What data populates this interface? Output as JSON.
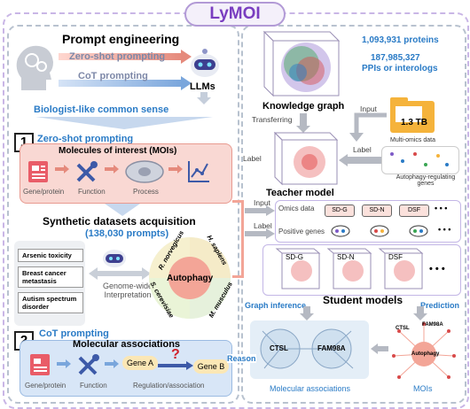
{
  "title": "LyMOI",
  "prompt_engineering": "Prompt engineering",
  "zero_shot_prompting": "Zero-shot prompting",
  "cot_prompting": "CoT prompting",
  "llms": "LLMs",
  "common_sense": "Biologist-like common sense",
  "section1": {
    "number": "1",
    "title": "Zero-shot prompting",
    "box_title": "Molecules of interest (MOIs)",
    "labels": [
      "Gene/protein",
      "Function",
      "Process"
    ]
  },
  "synthetic": {
    "title": "Synthetic datasets acquisition",
    "subtitle": "(138,030 prompts)",
    "diseases": [
      "Arsenic toxicity",
      "Breast cancer metastasis",
      "Autism spectrum disorder"
    ],
    "center": "Autophagy",
    "species": [
      "R. norvegicus",
      "H. sapiens",
      "M. musculus",
      "S. cerevisiae"
    ],
    "interp": "Genome-wide Interpretation"
  },
  "section2": {
    "number": "2",
    "title": "CoT prompting",
    "box_title": "Molecular associations",
    "labels": [
      "Gene/protein",
      "Function",
      "Regulation/association"
    ],
    "gene_a": "Gene A",
    "gene_b": "Gene B",
    "question": "?"
  },
  "right": {
    "stat1": "1,093,931 proteins",
    "stat2": "187,985,327",
    "stat2b": "PPIs or interologs",
    "kg": "Knowledge graph",
    "transferring": "Transferring",
    "input": "Input",
    "label": "Label",
    "multiomics": "Multi-omics data",
    "tb": "1.3 TB",
    "autophagy_genes": "Autophagy-regulating genes",
    "teacher": "Teacher model",
    "omics": "Omics data",
    "positive": "Positive genes",
    "tags": [
      "SD-G",
      "SD-N",
      "DSF"
    ],
    "student": "Student models",
    "graph_inference": "Graph inference",
    "prediction": "Prediction",
    "reason": "Reason",
    "mol_assoc": "Molecular associations",
    "mois": "MOIs",
    "ctsl": "CTSL",
    "fam98a": "FAM98A",
    "autophagy": "Autophagy",
    "dots": "• • •"
  },
  "colors": {
    "accent_purple": "#7a3ec0",
    "blue_text": "#2a7bc6",
    "pink_box": "#f9d8d3",
    "blue_box": "#d8e6f7"
  }
}
